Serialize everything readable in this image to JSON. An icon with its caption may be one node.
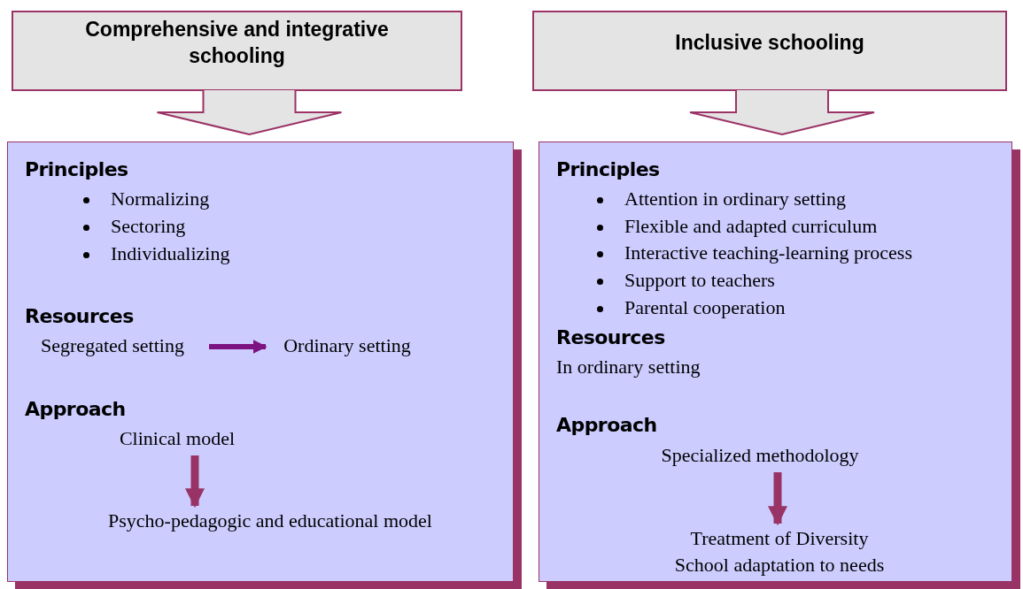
{
  "diagram": {
    "nodes": [
      {
        "text": [
          "Comprehensive and integrative schooling"
        ]
      },
      {
        "text": [
          "Inclusive schooling"
        ]
      },
      {
        "text": [
          "Principles",
          "Normalizing",
          "Sectoring",
          "Individualizing",
          "Resources",
          "Approach"
        ]
      },
      {
        "text": [
          "Segregated setting"
        ],
        "in": 2
      },
      {
        "text": [
          "Ordinary setting"
        ],
        "in": 2
      },
      {
        "text": [
          "Clinical model"
        ],
        "in": 2
      },
      {
        "text": [
          "Psycho-pedagogic and educational model"
        ],
        "in": 2
      },
      {
        "text": [
          "Principles",
          "Attention in ordinary setting",
          "Flexible and adapted curriculum",
          "Interactive teaching-learning process",
          "Support to teachers",
          "Parental cooperation",
          "Resources",
          "In ordinary setting",
          "Approach"
        ]
      },
      {
        "text": [
          "Specialized methodology"
        ],
        "in": 7
      },
      {
        "text": [
          "Treatment of Diversity",
          "School adaptation to needs"
        ],
        "in": 7
      }
    ],
    "edges": [
      {
        "from": 0,
        "to": 2,
        "arrow": "to"
      },
      {
        "from": 1,
        "to": 7,
        "arrow": "to"
      },
      {
        "from": 3,
        "to": 4,
        "arrow": "to",
        "color": "#7d1380"
      },
      {
        "from": 5,
        "to": 6,
        "arrow": "to"
      },
      {
        "from": 8,
        "to": 9,
        "arrow": "to"
      }
    ]
  }
}
